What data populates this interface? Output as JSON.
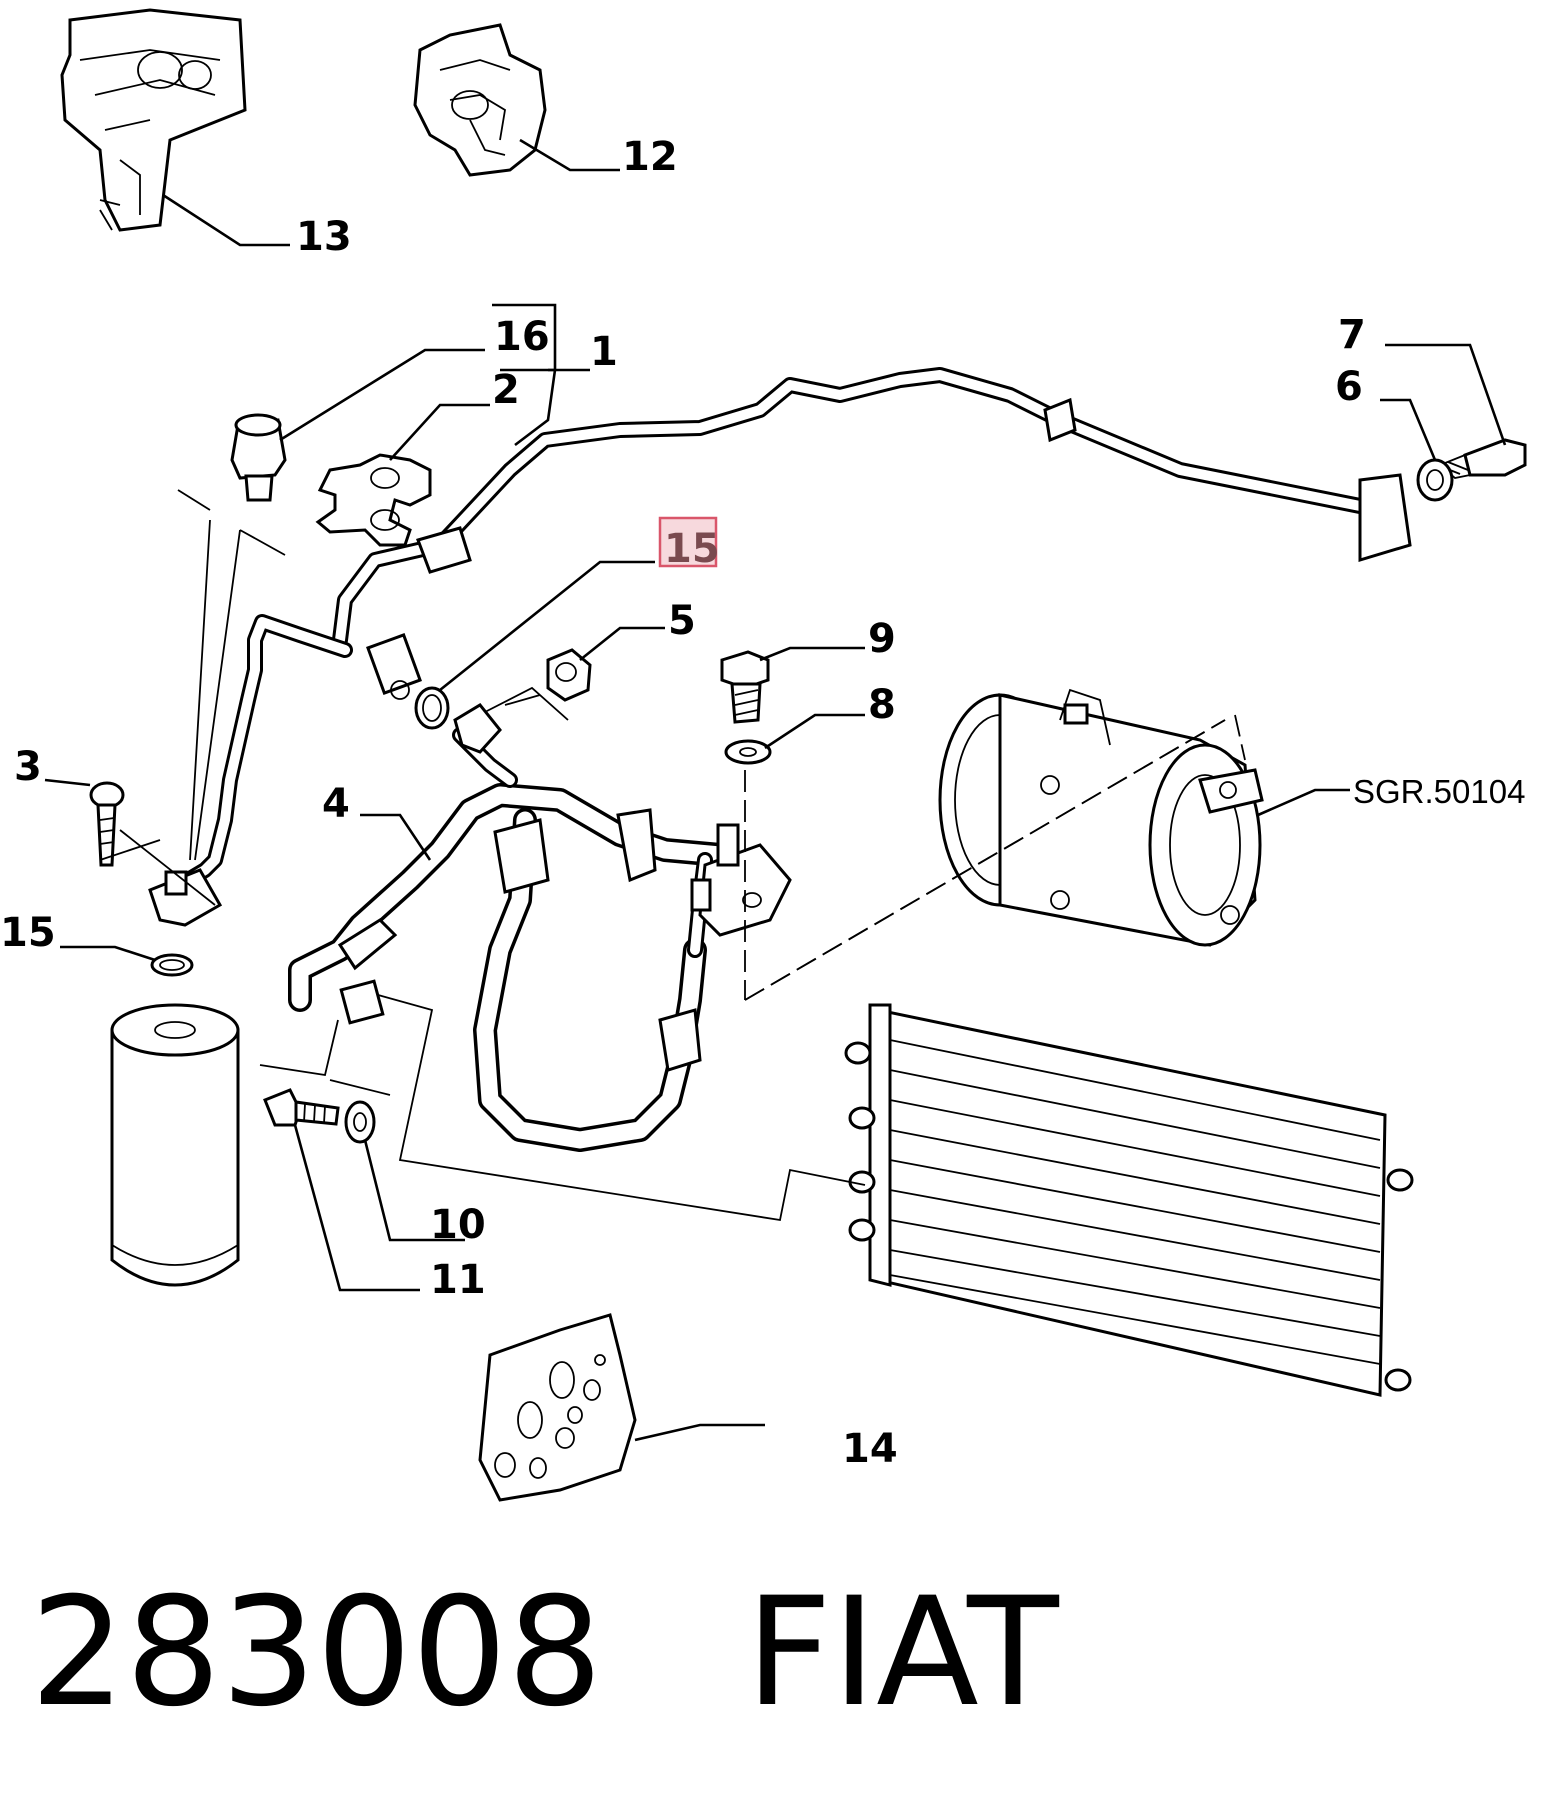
{
  "diagram": {
    "callouts": [
      {
        "id": "13",
        "text": "13"
      },
      {
        "id": "12",
        "text": "12"
      },
      {
        "id": "16",
        "text": "16"
      },
      {
        "id": "1",
        "text": "1"
      },
      {
        "id": "2",
        "text": "2"
      },
      {
        "id": "7",
        "text": "7"
      },
      {
        "id": "6",
        "text": "6"
      },
      {
        "id": "15a",
        "text": "15",
        "highlighted": true
      },
      {
        "id": "5",
        "text": "5"
      },
      {
        "id": "9",
        "text": "9"
      },
      {
        "id": "8",
        "text": "8"
      },
      {
        "id": "3",
        "text": "3"
      },
      {
        "id": "4",
        "text": "4"
      },
      {
        "id": "sgr",
        "text": "SGR.50104"
      },
      {
        "id": "15b",
        "text": "15"
      },
      {
        "id": "10",
        "text": "10"
      },
      {
        "id": "11",
        "text": "11"
      },
      {
        "id": "14",
        "text": "14"
      }
    ],
    "highlight_color": "#d9566a"
  },
  "footer": {
    "code": "283008",
    "brand": "FIAT"
  }
}
